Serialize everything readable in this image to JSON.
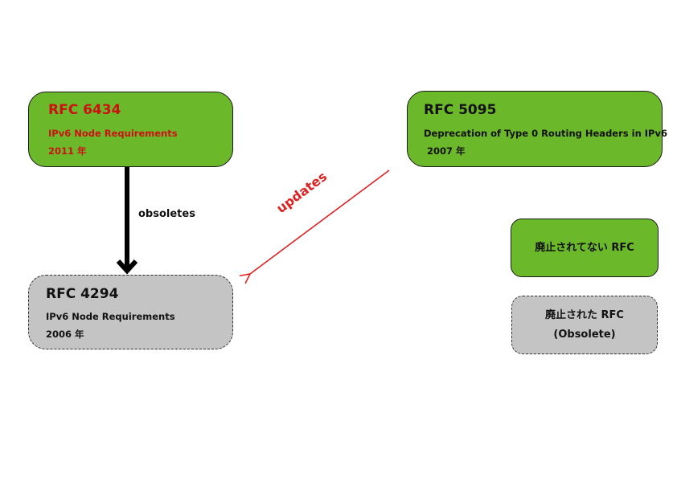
{
  "nodes": {
    "rfc6434": {
      "title": "RFC 6434",
      "subtitle": "IPv6 Node Requirements",
      "year": "2011 年",
      "status": "current",
      "text_color": "#cc1111"
    },
    "rfc5095": {
      "title": "RFC 5095",
      "subtitle": "Deprecation of Type 0 Routing Headers in IPv6",
      "year": "2007 年",
      "status": "current"
    },
    "rfc4294": {
      "title": "RFC 4294",
      "subtitle": "IPv6 Node Requirements",
      "year": "2006 年",
      "status": "obsolete"
    }
  },
  "edges": {
    "obsoletes": {
      "label": "obsoletes",
      "from": "RFC 6434",
      "to": "RFC 4294",
      "color": "#000000"
    },
    "updates": {
      "label": "updates",
      "from": "RFC 5095",
      "to": "RFC 4294",
      "color": "#dd2222"
    }
  },
  "legend": {
    "current_label": "廃止されてない RFC",
    "obsolete_line1": "廃止された RFC",
    "obsolete_line2": "(Obsolete)"
  },
  "colors": {
    "current_fill": "#6cb82b",
    "obsolete_fill": "#c4c4c4",
    "accent_red": "#cc1111"
  }
}
